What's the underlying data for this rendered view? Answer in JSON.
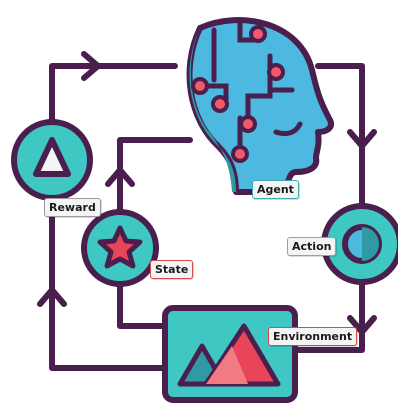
{
  "labels": {
    "agent": "Agent",
    "reward": "Reward",
    "action": "Action",
    "state": "State",
    "environment": "Environment"
  },
  "colors": {
    "outline": "#4a1f4d",
    "teal": "#3fc7c4",
    "light_blue": "#4db8e0",
    "dark_teal": "#2f9aa6",
    "red": "#e8445a",
    "light_red": "#f27b83",
    "pink_dot": "#f25a6a",
    "white": "#f4f4f4"
  },
  "icons": [
    "head-icon",
    "triangle-icon",
    "star-icon",
    "half-circle-icon",
    "mountain-icon",
    "arrow-icon"
  ]
}
